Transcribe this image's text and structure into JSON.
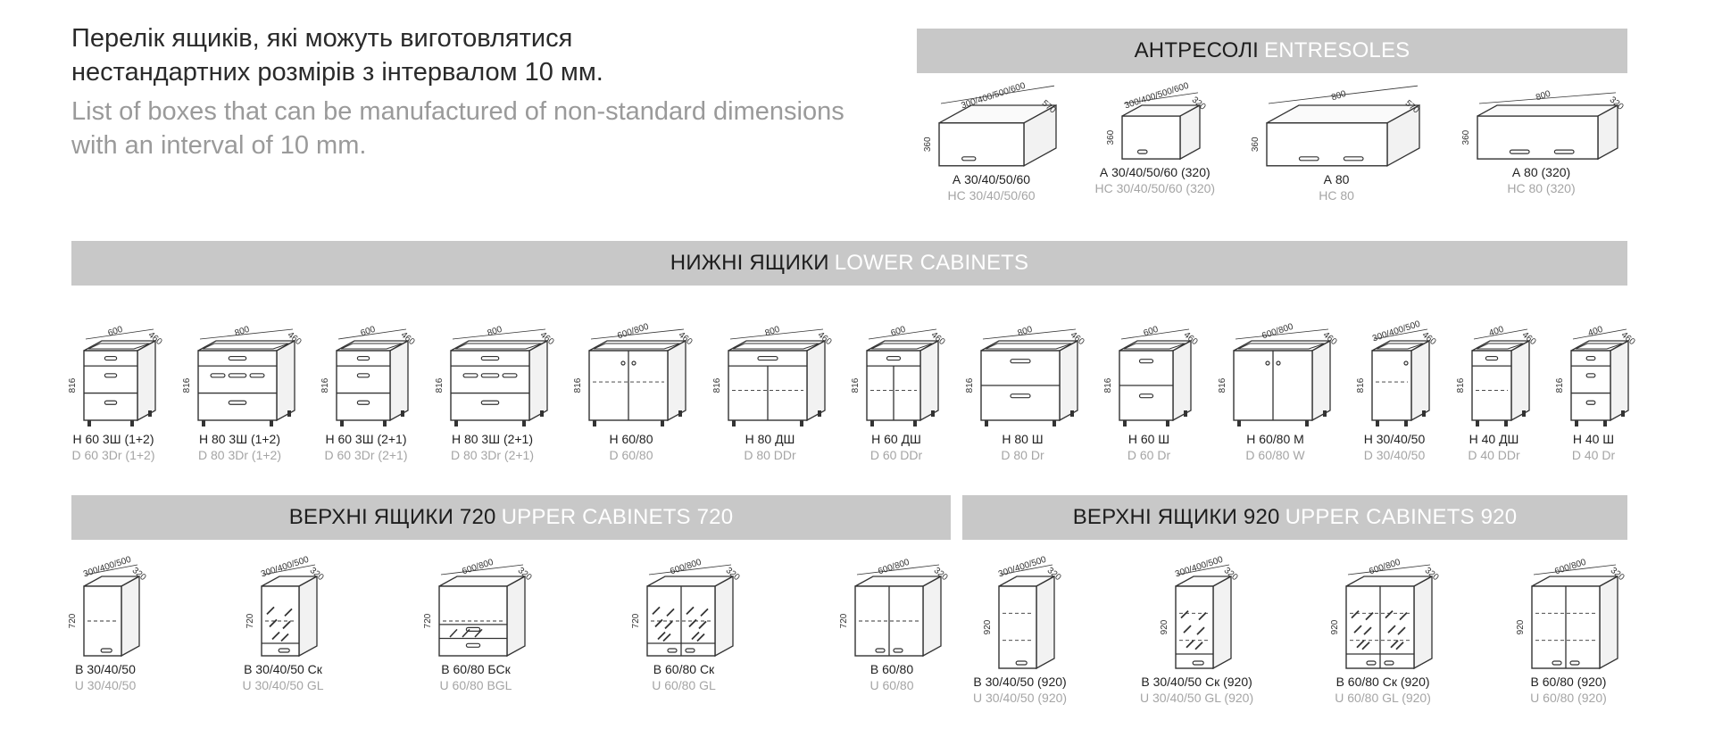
{
  "intro": {
    "ua_line1": "Перелік ящиків, які можуть виготовлятися",
    "ua_line2": "нестандартних розмірів з інтервалом 10 мм.",
    "en_line1": "List of boxes that can be manufactured of non-standard dimensions",
    "en_line2": "with an interval of 10 mm."
  },
  "entresoles": {
    "title_uk": "АНТРЕСОЛІ",
    "title_en": "ENTRESOLES",
    "items": [
      {
        "code": "А 30/40/50/60",
        "code_en": "НС 30/40/50/60",
        "w": "300/400/500/600",
        "d": "570",
        "h": "360",
        "type": "entresol-deep"
      },
      {
        "code": "А 30/40/50/60 (320)",
        "code_en": "НС 30/40/50/60 (320)",
        "w": "300/400/500/600",
        "d": "320",
        "h": "360",
        "type": "entresol-shallow"
      },
      {
        "code": "А 80",
        "code_en": "НС 80",
        "w": "800",
        "d": "570",
        "h": "360",
        "type": "entresol-wide"
      },
      {
        "code": "А 80 (320)",
        "code_en": "НС 80 (320)",
        "w": "800",
        "d": "320",
        "h": "360",
        "type": "entresol-wide-shallow"
      }
    ]
  },
  "lower": {
    "title_uk": "НИЖНІ ЯЩИКИ",
    "title_en": "LOWER CABINETS",
    "items": [
      {
        "code": "Н 60 3Ш (1+2)",
        "code_en": "D 60 3Dr (1+2)",
        "w": "600",
        "d": "460",
        "h": "816",
        "type": "drawers3"
      },
      {
        "code": "Н 80 3Ш (1+2)",
        "code_en": "D 80 3Dr (1+2)",
        "w": "800",
        "d": "460",
        "h": "816",
        "type": "drawers3wide"
      },
      {
        "code": "Н 60 3Ш (2+1)",
        "code_en": "D 60 3Dr (2+1)",
        "w": "600",
        "d": "460",
        "h": "816",
        "type": "drawers3"
      },
      {
        "code": "Н 80 3Ш (2+1)",
        "code_en": "D 80 3Dr (2+1)",
        "w": "800",
        "d": "460",
        "h": "816",
        "type": "drawers3wide"
      },
      {
        "code": "Н 60/80",
        "code_en": "D 60/80",
        "w": "600/800",
        "d": "460",
        "h": "816",
        "type": "doors2"
      },
      {
        "code": "Н 80 ДШ",
        "code_en": "D 80 DDr",
        "w": "800",
        "d": "460",
        "h": "816",
        "type": "drawerdoors"
      },
      {
        "code": "Н 60 ДШ",
        "code_en": "D 60 DDr",
        "w": "600",
        "d": "460",
        "h": "816",
        "type": "drawerdoors"
      },
      {
        "code": "Н 80 Ш",
        "code_en": "D 80 Dr",
        "w": "800",
        "d": "460",
        "h": "816",
        "type": "drawers2"
      },
      {
        "code": "Н 60 Ш",
        "code_en": "D 60 Dr",
        "w": "600",
        "d": "460",
        "h": "816",
        "type": "drawers2"
      },
      {
        "code": "Н 60/80 М",
        "code_en": "D 60/80 W",
        "w": "600/800",
        "d": "460",
        "h": "816",
        "type": "sink"
      },
      {
        "code": "Н 30/40/50",
        "code_en": "D 30/40/50",
        "w": "300/400/500",
        "d": "460",
        "h": "816",
        "type": "door1"
      },
      {
        "code": "Н 40 ДШ",
        "code_en": "D 40 DDr",
        "w": "400",
        "d": "460",
        "h": "816",
        "type": "drawerdoor1"
      },
      {
        "code": "Н 40 Ш",
        "code_en": "D 40 Dr",
        "w": "400",
        "d": "460",
        "h": "816",
        "type": "drawers3narrow"
      }
    ]
  },
  "upper720": {
    "title_uk": "ВЕРХНІ ЯЩИКИ 720",
    "title_en": "UPPER CABINETS 720",
    "items": [
      {
        "code": "В 30/40/50",
        "code_en": "U 30/40/50",
        "w": "300/400/500",
        "d": "320",
        "h": "720",
        "type": "upper1"
      },
      {
        "code": "В 30/40/50 Ск",
        "code_en": "U 30/40/50 GL",
        "w": "300/400/500",
        "d": "320",
        "h": "720",
        "type": "upper1glass"
      },
      {
        "code": "В 60/80 БСк",
        "code_en": "U 60/80 BGL",
        "w": "600/800",
        "d": "320",
        "h": "720",
        "type": "upperbgl"
      },
      {
        "code": "В 60/80 Ск",
        "code_en": "U 60/80 GL",
        "w": "600/800",
        "d": "320",
        "h": "720",
        "type": "upper2glass"
      },
      {
        "code": "В 60/80",
        "code_en": "U 60/80",
        "w": "600/800",
        "d": "320",
        "h": "720",
        "type": "upper2"
      }
    ]
  },
  "upper920": {
    "title_uk": "ВЕРХНІ ЯЩИКИ 920",
    "title_en": "UPPER CABINETS 920",
    "items": [
      {
        "code": "В 30/40/50 (920)",
        "code_en": "U 30/40/50 (920)",
        "w": "300/400/500",
        "d": "320",
        "h": "920",
        "type": "upper1tall"
      },
      {
        "code": "В 30/40/50 Ск (920)",
        "code_en": "U 30/40/50 GL (920)",
        "w": "300/400/500",
        "d": "320",
        "h": "920",
        "type": "upper1glasstall"
      },
      {
        "code": "В 60/80 Ск (920)",
        "code_en": "U 60/80 GL (920)",
        "w": "600/800",
        "d": "320",
        "h": "920",
        "type": "upper2glasstall"
      },
      {
        "code": "В 60/80 (920)",
        "code_en": "U 60/80 (920)",
        "w": "600/800",
        "d": "320",
        "h": "920",
        "type": "upper2tall"
      }
    ]
  }
}
